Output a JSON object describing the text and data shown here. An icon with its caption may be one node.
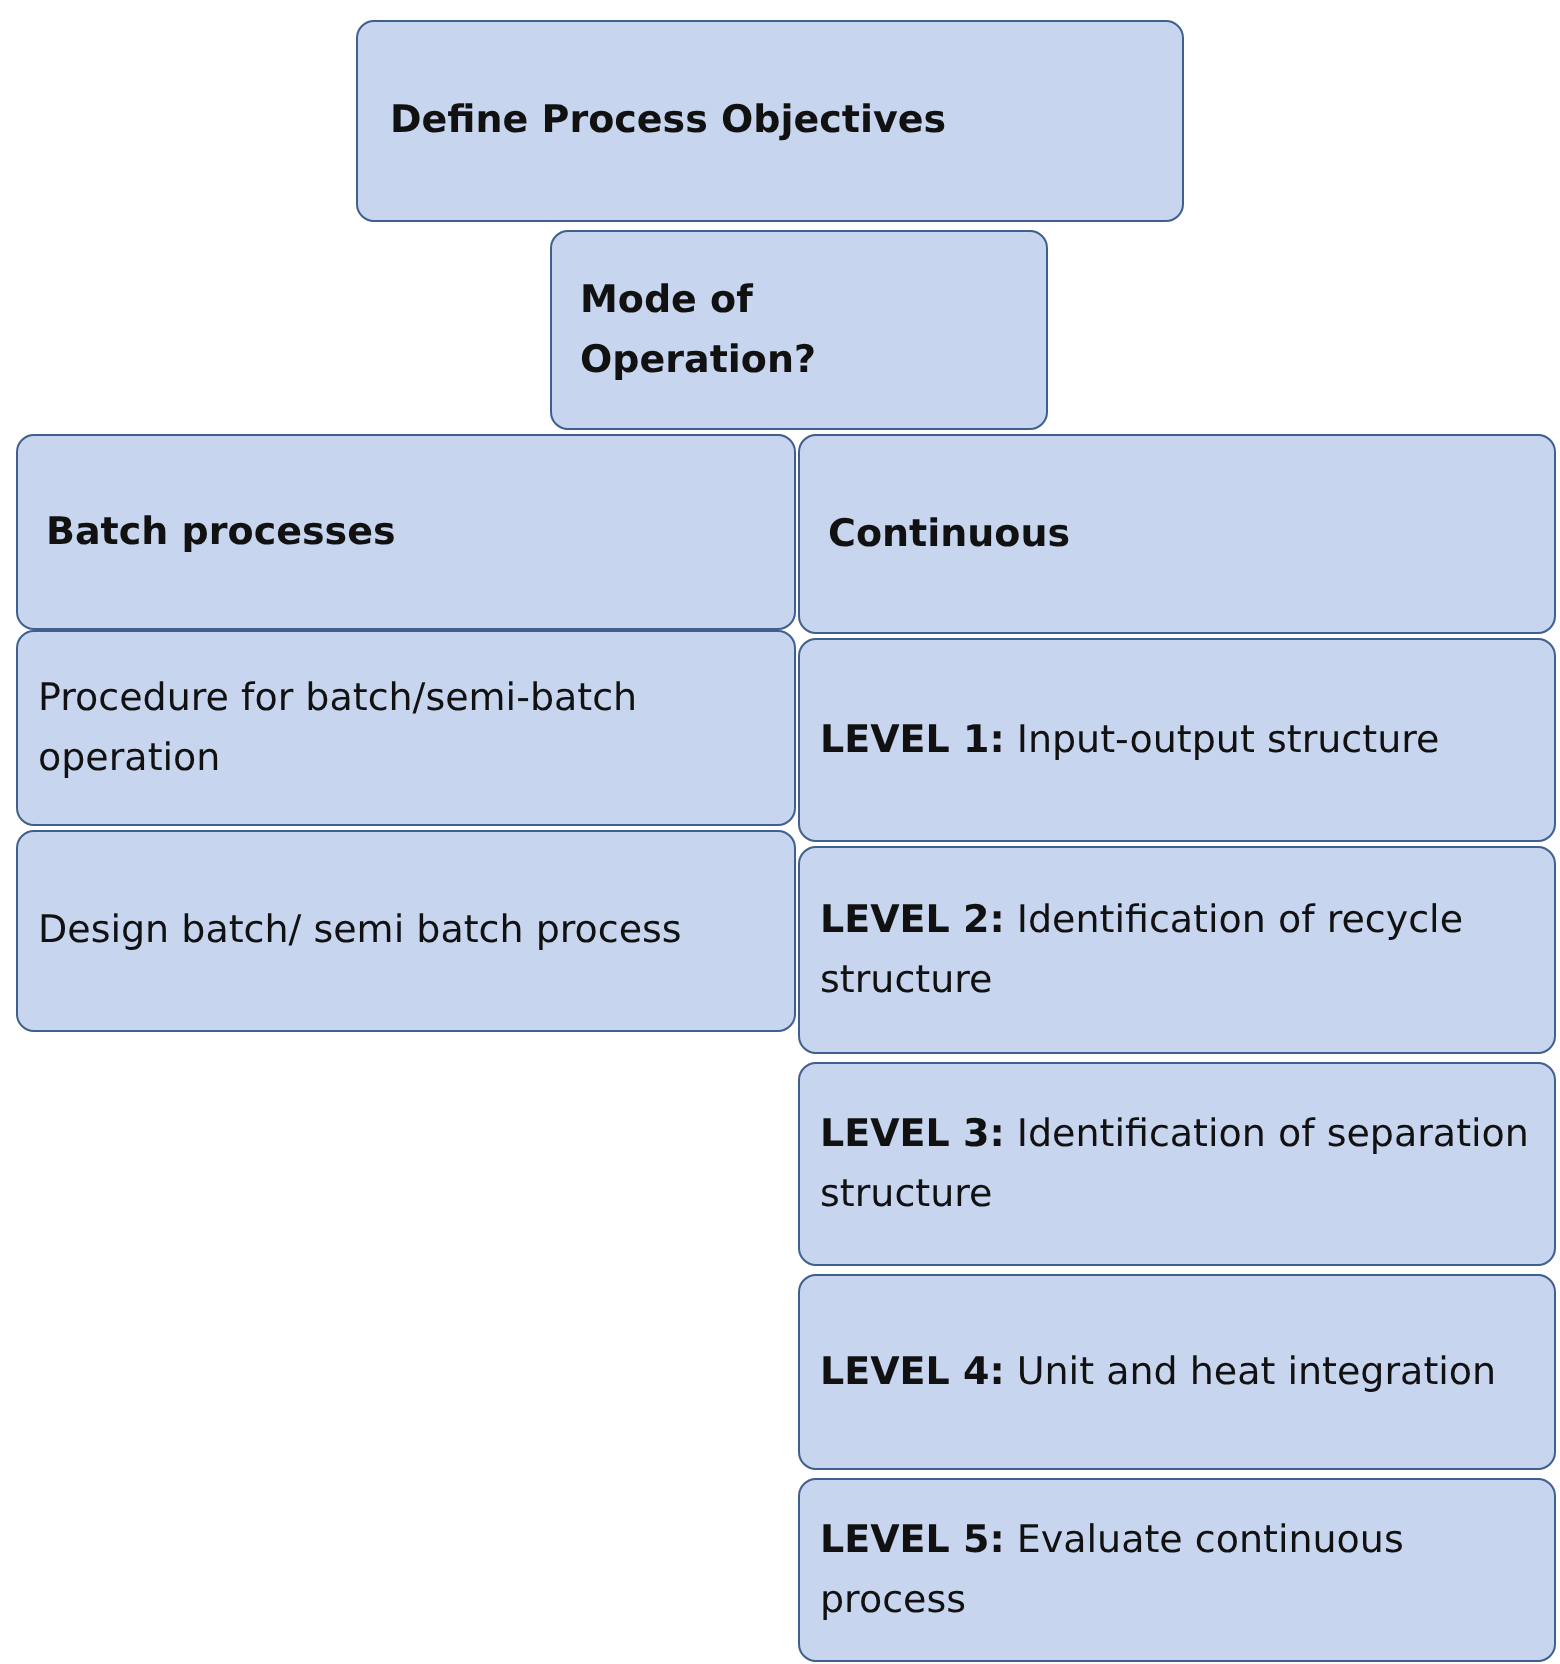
{
  "diagram": {
    "nodes": [
      {
        "text": [
          "Define Process Objectives"
        ]
      },
      {
        "text": [
          "Mode of Operation?"
        ]
      },
      {
        "text": [
          "Batch processes"
        ]
      },
      {
        "text": [
          "Continuous"
        ]
      },
      {
        "text": [
          "Procedure for batch/semi-batch operation"
        ]
      },
      {
        "text": [
          "Design batch/ semi batch process"
        ]
      },
      {
        "text": [
          "**LEVEL 1:** Input-output structure"
        ]
      },
      {
        "text": [
          "**LEVEL 2:** Identification of recycle structure"
        ]
      },
      {
        "text": [
          "**LEVEL 3:** Identification of separation structure"
        ]
      },
      {
        "text": [
          "**LEVEL 4:** Unit and heat integration"
        ]
      },
      {
        "text": [
          "**LEVEL 5:** Evaluate continuous process"
        ]
      }
    ]
  }
}
